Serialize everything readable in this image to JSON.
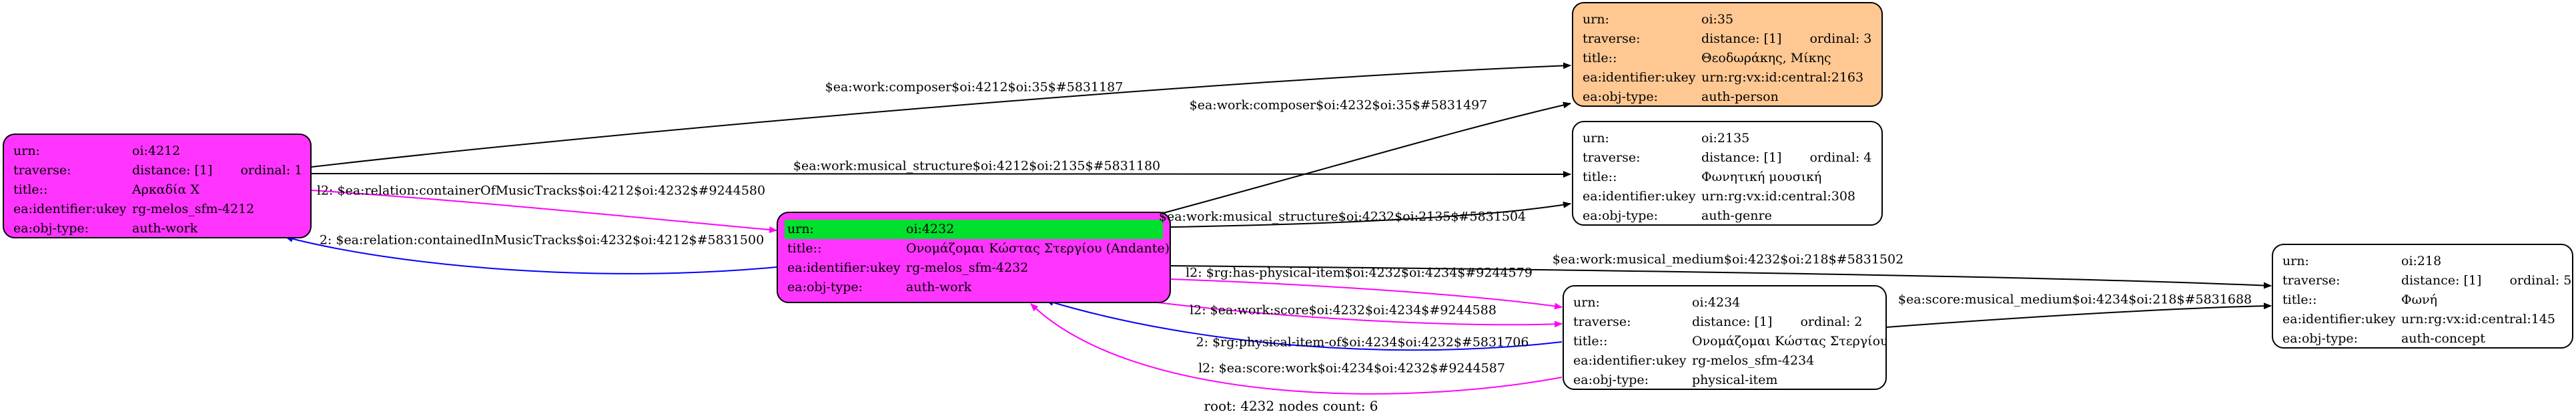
{
  "colors": {
    "root_fill": "#ff35ff",
    "highlight_row": "#00e02d",
    "person_fill": "#ffc893",
    "plain_fill": "#ffffff",
    "edge_default": "#000000",
    "edge_level2": "#ff00ff",
    "edge_inverse": "#0000ff"
  },
  "nodes": {
    "n4212": {
      "rows": [
        {
          "k": "urn:",
          "v": "oi:4212"
        },
        {
          "k": "traverse:",
          "v": "distance: [1]",
          "ord": "ordinal: 1"
        },
        {
          "k": "title::",
          "v": "Αρκαδία Χ"
        },
        {
          "k": "ea:identifier:ukey",
          "v": "rg-melos_sfm-4212"
        },
        {
          "k": "ea:obj-type:",
          "v": "auth-work"
        }
      ]
    },
    "n4232": {
      "rows": [
        {
          "k": "urn:",
          "v": "oi:4232"
        },
        {
          "k": "title::",
          "v": "Ονομάζομαι Κώστας Στεργίου (Andante)"
        },
        {
          "k": "ea:identifier:ukey",
          "v": "rg-melos_sfm-4232"
        },
        {
          "k": "ea:obj-type:",
          "v": "auth-work"
        }
      ]
    },
    "n35": {
      "rows": [
        {
          "k": "urn:",
          "v": "oi:35"
        },
        {
          "k": "traverse:",
          "v": "distance: [1]",
          "ord": "ordinal: 3"
        },
        {
          "k": "title::",
          "v": "Θεοδωράκης, Μίκης"
        },
        {
          "k": "ea:identifier:ukey",
          "v": "urn:rg:vx:id:central:2163"
        },
        {
          "k": "ea:obj-type:",
          "v": "auth-person"
        }
      ]
    },
    "n2135": {
      "rows": [
        {
          "k": "urn:",
          "v": "oi:2135"
        },
        {
          "k": "traverse:",
          "v": "distance: [1]",
          "ord": "ordinal: 4"
        },
        {
          "k": "title::",
          "v": "Φωνητική μουσική"
        },
        {
          "k": "ea:identifier:ukey",
          "v": "urn:rg:vx:id:central:308"
        },
        {
          "k": "ea:obj-type:",
          "v": "auth-genre"
        }
      ]
    },
    "n4234": {
      "rows": [
        {
          "k": "urn:",
          "v": "oi:4234"
        },
        {
          "k": "traverse:",
          "v": "distance: [1]",
          "ord": "ordinal: 2"
        },
        {
          "k": "title::",
          "v": "Ονομάζομαι Κώστας Στεργίου"
        },
        {
          "k": "ea:identifier:ukey",
          "v": "rg-melos_sfm-4234"
        },
        {
          "k": "ea:obj-type:",
          "v": "physical-item"
        }
      ]
    },
    "n218": {
      "rows": [
        {
          "k": "urn:",
          "v": "oi:218"
        },
        {
          "k": "traverse:",
          "v": "distance: [1]",
          "ord": "ordinal: 5"
        },
        {
          "k": "title::",
          "v": "Φωνή"
        },
        {
          "k": "ea:identifier:ukey",
          "v": "urn:rg:vx:id:central:145"
        },
        {
          "k": "ea:obj-type:",
          "v": "auth-concept"
        }
      ]
    }
  },
  "edges": {
    "e1": "$ea:work:composer$oi:4212$oi:35$#5831187",
    "e2": "$ea:work:musical_structure$oi:4212$oi:2135$#5831180",
    "e3": "l2: $ea:relation:containerOfMusicTracks$oi:4212$oi:4232$#9244580",
    "e4": "2: $ea:relation:containedInMusicTracks$oi:4232$oi:4212$#5831500",
    "e5": "$ea:work:composer$oi:4232$oi:35$#5831497",
    "e6": "$ea:work:musical_structure$oi:4232$oi:2135$#5831504",
    "e7": "$ea:work:musical_medium$oi:4232$oi:218$#5831502",
    "e8": "l2: $rg:has-physical-item$oi:4232$oi:4234$#9244579",
    "e9": "l2: $ea:work:score$oi:4232$oi:4234$#9244588",
    "e10": "2: $rg:physical-item-of$oi:4234$oi:4232$#5831706",
    "e11": "l2: $ea:score:work$oi:4234$oi:4232$#9244587",
    "e12": "$ea:score:musical_medium$oi:4234$oi:218$#5831688"
  },
  "footer": "root: 4232 nodes count: 6"
}
